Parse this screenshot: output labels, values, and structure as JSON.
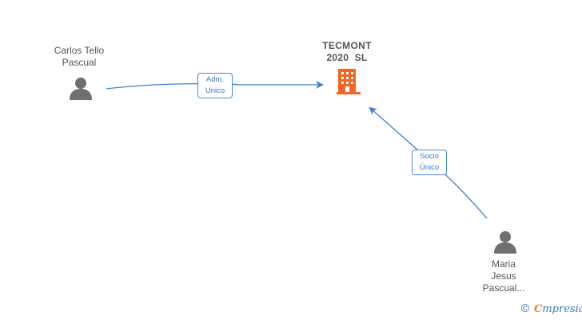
{
  "company": {
    "name_line1": "TECMONT",
    "name_line2": "2020  SL",
    "icon": "building-icon",
    "color": "#f26522"
  },
  "people": [
    {
      "id": "carlos",
      "lines": [
        "Carlos Tello",
        "Pascual"
      ],
      "icon": "person-icon"
    },
    {
      "id": "maria",
      "lines": [
        "Maria",
        "Jesus",
        "Pascual..."
      ],
      "icon": "person-icon"
    }
  ],
  "edges": [
    {
      "from": "carlos",
      "to": "company",
      "label_lines": [
        "Adm.",
        "Unico"
      ]
    },
    {
      "from": "maria",
      "to": "company",
      "label_lines": [
        "Socio",
        "Único"
      ]
    }
  ],
  "colors": {
    "edge": "#3a7fd5",
    "person": "#6f6f6f"
  },
  "brand": {
    "copyright": "©",
    "initial": "C",
    "rest": "mpresia"
  }
}
